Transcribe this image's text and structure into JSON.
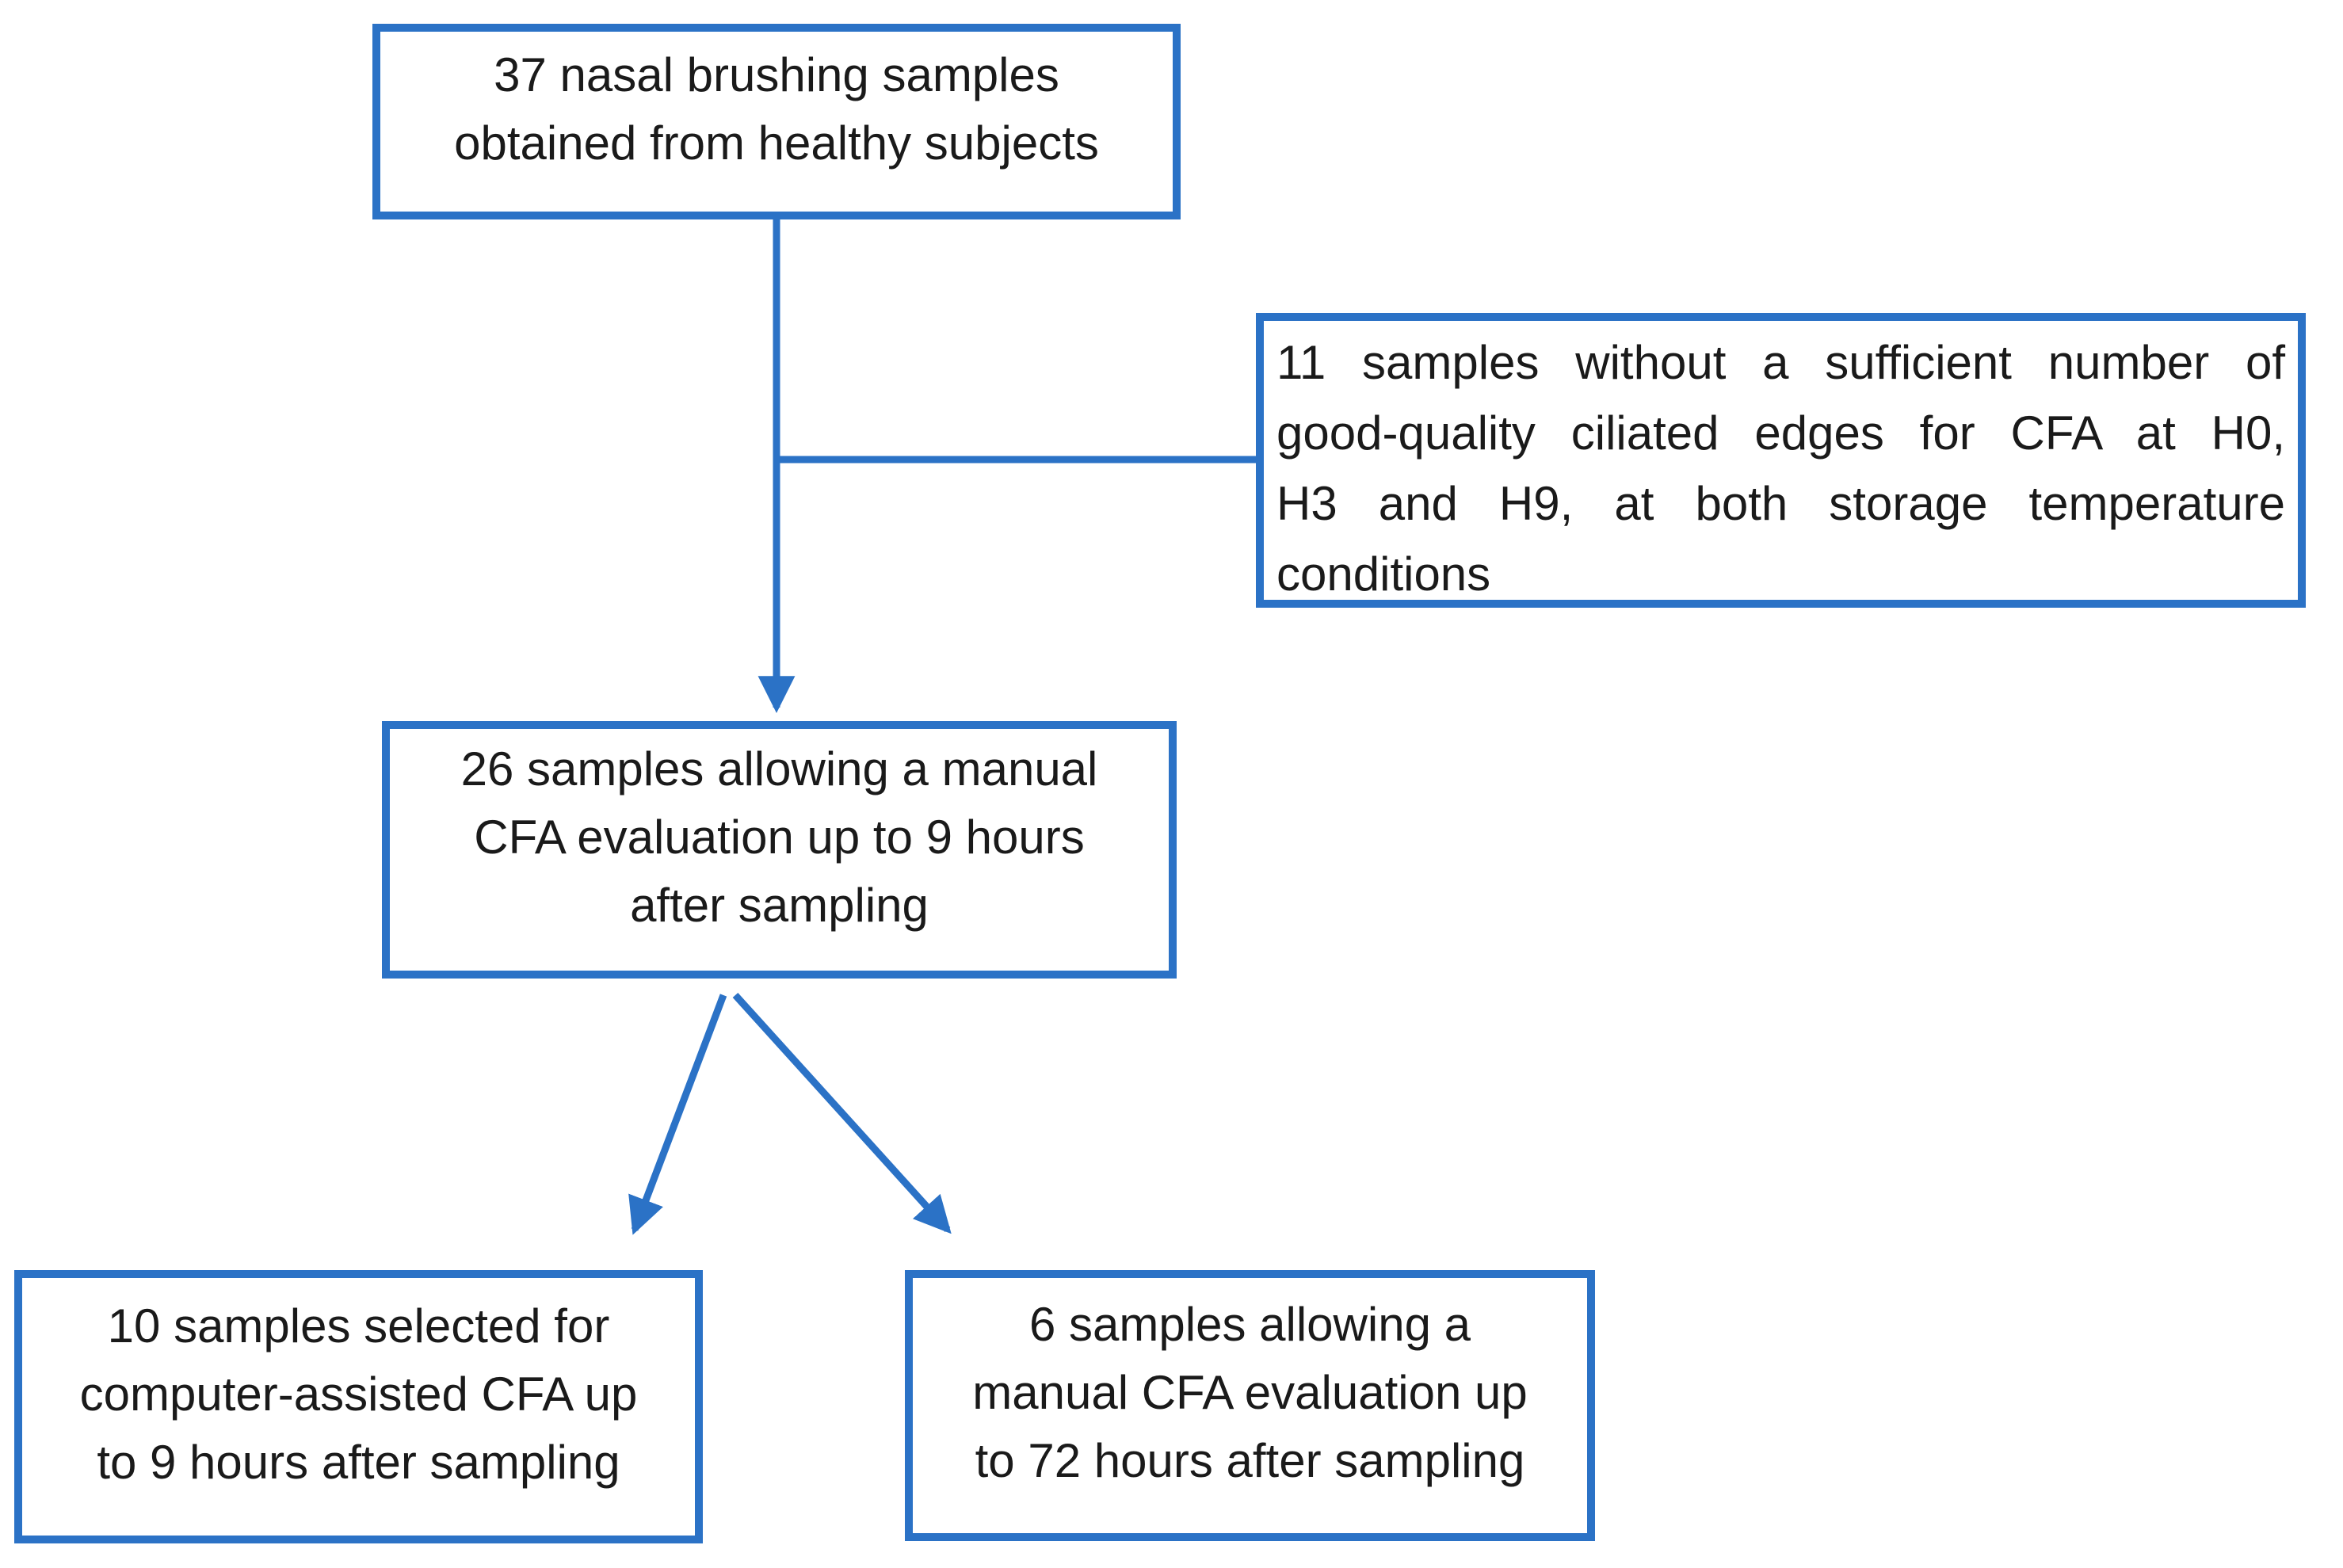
{
  "page": {
    "background": "#ffffff",
    "accent_color": "#2B72C6",
    "text_color": "#1a1a1a"
  },
  "flowchart": {
    "boxes": {
      "top": {
        "lines": [
          "37 nasal brushing samples",
          "obtained from healthy subjects"
        ]
      },
      "exclusion": {
        "lines": [
          "11 samples without a sufficient number of",
          "good-quality ciliated edges for CFA at H0,",
          "H3 and H9, at both storage temperature",
          "conditions"
        ]
      },
      "middle": {
        "lines": [
          "26 samples allowing a manual",
          "CFA evaluation up to 9 hours",
          "after sampling"
        ]
      },
      "bottom_left": {
        "lines": [
          "10 samples selected for",
          "computer-assisted CFA up",
          "to 9 hours after sampling"
        ]
      },
      "bottom_right": {
        "lines": [
          "6 samples allowing a",
          "manual CFA evaluation up",
          "to 72 hours after sampling"
        ]
      }
    }
  }
}
